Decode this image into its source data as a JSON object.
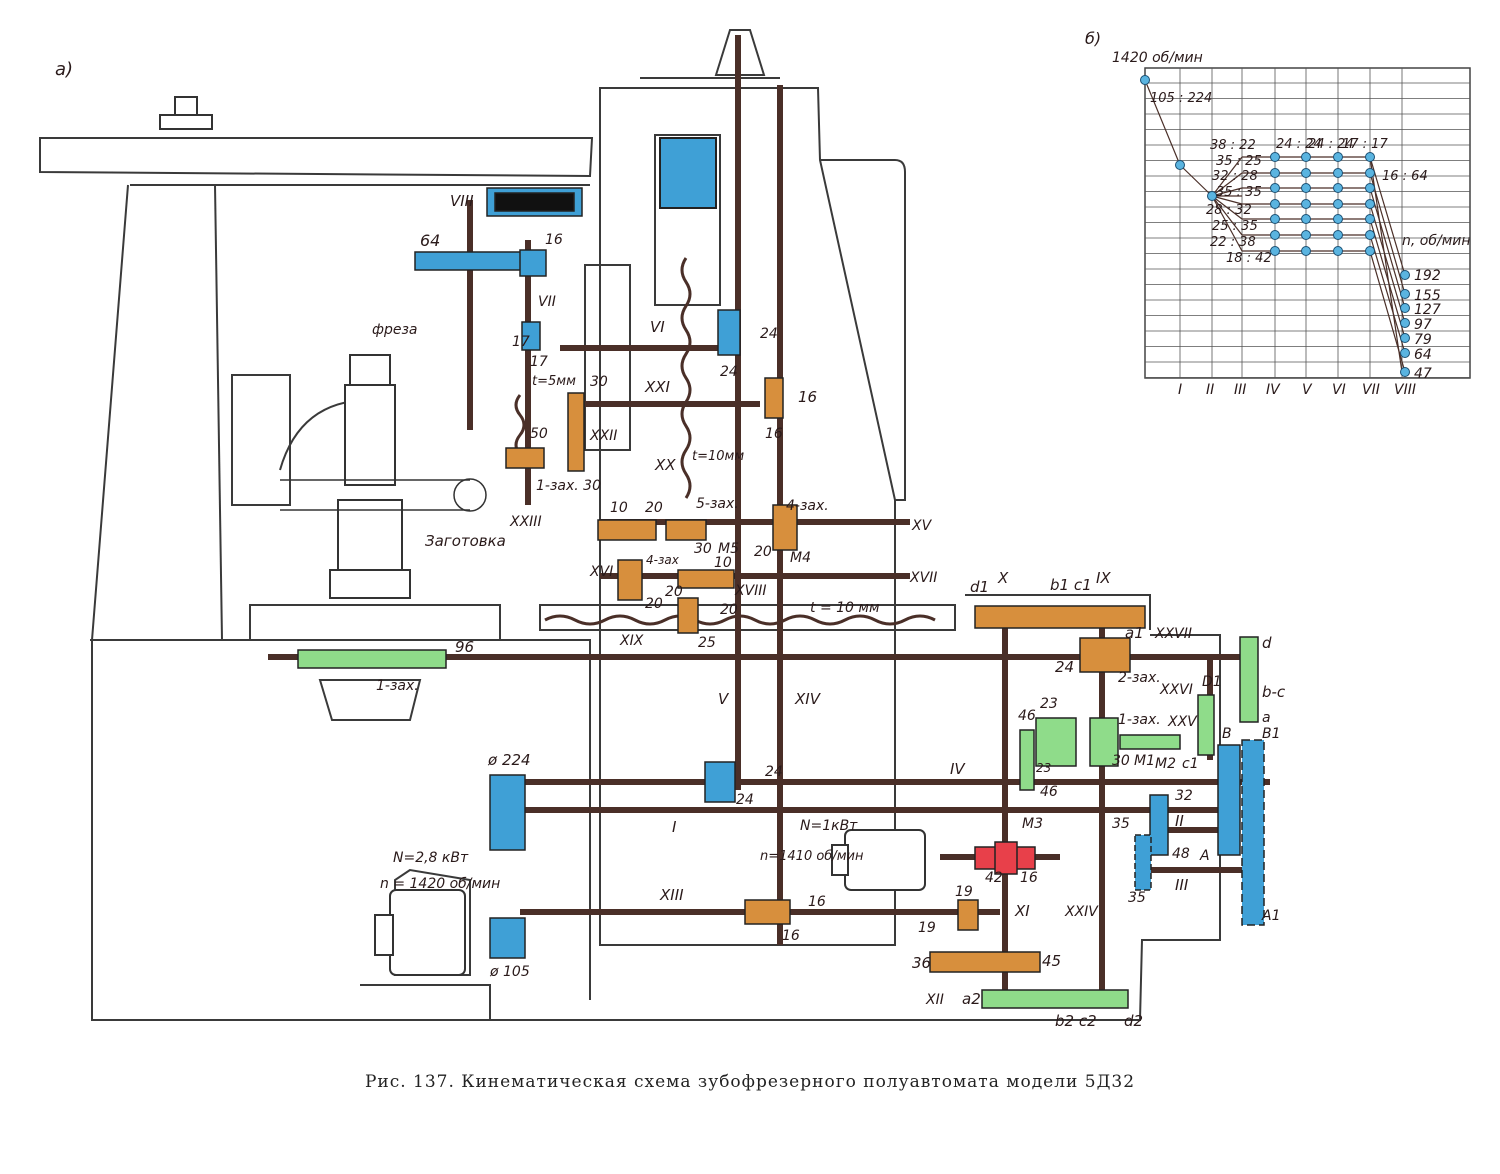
{
  "panel_labels": {
    "a": "а)",
    "b": "б)"
  },
  "caption": "Рис. 137. Кинематическая схема зубофрезерного полуавтомата модели 5Д32",
  "colors": {
    "shaft": "#4a2f28",
    "frame": "#3a3a3a",
    "blue_gear": "#3fa0d6",
    "orange_gear": "#d78f3d",
    "green_gear": "#8fdc8a",
    "red_gear": "#e8404a",
    "chart_point": "#5ab4e0"
  },
  "texts": {
    "t_VIII": "VIII",
    "t_64": "64",
    "t_16a": "16",
    "t_VII": "VII",
    "t_freza": "фреза",
    "t_17a": "17",
    "t_17b": "17",
    "t_t5": "t=5мм",
    "t_30a": "30",
    "t_XXII": "XXII",
    "t_50": "50",
    "t_1zax30": "1-зах. 30",
    "t_XXIII": "XXIII",
    "t_zagotovka": "Заготовка",
    "t_VI": "VI",
    "t_24a": "24",
    "t_24b": "24",
    "t_XXI": "XXI",
    "t_16b": "16",
    "t_16c": "16",
    "t_XX": "XX",
    "t_t10a": "t=10мм",
    "t_5zax": "5-зах.",
    "t_4zaxa": "4-зах.",
    "t_10a": "10",
    "t_20a": "20",
    "t_XV": "XV",
    "t_4zaxb": "4-зах",
    "t_30b": "30",
    "t_M5": "M5",
    "t_20b": "20",
    "t_M4": "M4",
    "t_XVI": "XVI",
    "t_10b": "10",
    "t_XVII": "XVII",
    "t_20c": "20",
    "t_XVIII": "XVIII",
    "t_20d": "20",
    "t_20e": "20",
    "t_t10b": "t = 10 мм",
    "t_XIX": "XIX",
    "t_25": "25",
    "t_d1": "d1",
    "t_X": "X",
    "t_b1c1": "b1 c1",
    "t_IX": "IX",
    "t_a1": "a1",
    "t_XXVII": "XXVII",
    "t_96": "96",
    "t_24c": "24",
    "t_1zaxa": "1-зах.",
    "t_2zax": "2-зах.",
    "t_d": "d",
    "t_XXVI": "XXVI",
    "t_D1": "D1",
    "t_bc": "b-c",
    "t_a": "a",
    "t_V": "V",
    "t_XIV": "XIV",
    "t_46a": "46",
    "t_23a": "23",
    "t_1zaxb": "1-зах.",
    "t_XXV": "XXV",
    "t_B": "B",
    "t_B1": "B1",
    "t_23b": "23",
    "t_30c": "30",
    "t_M1": "M1",
    "t_M2": "M2",
    "t_c1": "c1",
    "t_46b": "46",
    "t_d224": "ø 224",
    "t_24d": "24",
    "t_IV": "IV",
    "t_24e": "24",
    "t_32": "32",
    "t_I": "I",
    "t_N1": "N=1кВт",
    "t_M3": "M3",
    "t_35a": "35",
    "t_II": "II",
    "t_n1410": "n=1410 об/мин",
    "t_48": "48",
    "t_A": "A",
    "t_N28": "N=2,8 кВт",
    "t_n1420": "n = 1420 об/мин",
    "t_42": "42",
    "t_16d": "16",
    "t_III": "III",
    "t_35b": "35",
    "t_XIII": "XIII",
    "t_16e": "16",
    "t_19a": "19",
    "t_XI": "XI",
    "t_XXIV": "XXIV",
    "t_A1": "A1",
    "t_16f": "16",
    "t_19b": "19",
    "t_d105": "ø 105",
    "t_36": "36",
    "t_45": "45",
    "t_XII": "XII",
    "t_a2": "a2",
    "t_b2c2": "b2 c2",
    "t_d2": "d2"
  },
  "chart_data": {
    "type": "line",
    "title": "",
    "top_speed_label": "1420 об/мин",
    "unit_label": "n, об/мин",
    "x_ticks": [
      "I",
      "II",
      "III",
      "IV",
      "V",
      "VI",
      "VII",
      "VIII"
    ],
    "speeds": [
      192,
      155,
      127,
      97,
      79,
      64,
      47
    ],
    "ratios": {
      "r1": "105 : 224",
      "r2": "38 : 22",
      "r3": "35 : 25",
      "r4": "32 : 28",
      "r5": "35 : 35",
      "r6": "28 : 32",
      "r7": "25 : 35",
      "r8": "22 : 38",
      "r9": "18 : 42",
      "r10": "24 : 24",
      "r11": "24 : 24",
      "r12": "17 : 17",
      "r13": "16 : 64"
    }
  }
}
